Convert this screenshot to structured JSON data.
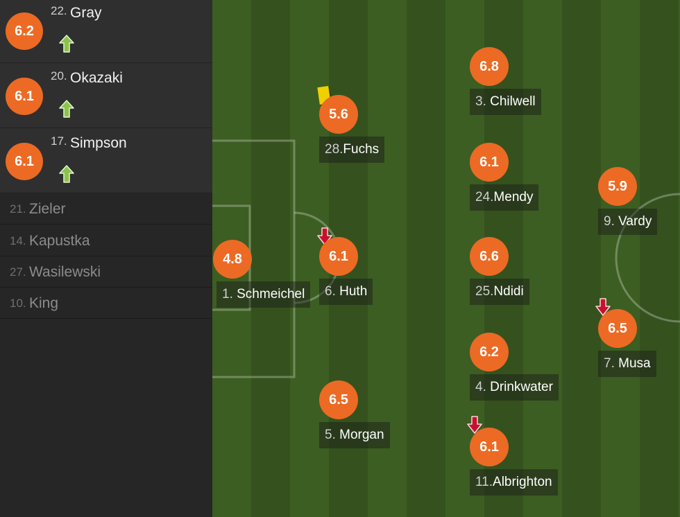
{
  "substitutes_in": [
    {
      "number": "22.",
      "name": "Gray",
      "rating": "6.2"
    },
    {
      "number": "20.",
      "name": "Okazaki",
      "rating": "6.1"
    },
    {
      "number": "17.",
      "name": "Simpson",
      "rating": "6.1"
    }
  ],
  "bench": [
    {
      "number": "21.",
      "name": "Zieler"
    },
    {
      "number": "14.",
      "name": "Kapustka"
    },
    {
      "number": "27.",
      "name": "Wasilewski"
    },
    {
      "number": "10.",
      "name": "King"
    }
  ],
  "lineup": [
    {
      "number": "1. ",
      "name": "Schmeichel",
      "rating": "4.8"
    },
    {
      "number": "28.",
      "name": "Fuchs",
      "rating": "5.6"
    },
    {
      "number": "6. ",
      "name": "Huth",
      "rating": "6.1"
    },
    {
      "number": "5. ",
      "name": "Morgan",
      "rating": "6.5"
    },
    {
      "number": "3. ",
      "name": "Chilwell",
      "rating": "6.8"
    },
    {
      "number": "24.",
      "name": "Mendy",
      "rating": "6.1"
    },
    {
      "number": "25.",
      "name": "Ndidi",
      "rating": "6.6"
    },
    {
      "number": "4. ",
      "name": "Drinkwater",
      "rating": "6.2"
    },
    {
      "number": "11.",
      "name": "Albrighton",
      "rating": "6.1"
    },
    {
      "number": "9. ",
      "name": "Vardy",
      "rating": "5.9"
    },
    {
      "number": "7. ",
      "name": "Musa",
      "rating": "6.5"
    }
  ],
  "icons": {
    "sub_in": "up-arrow-icon",
    "sub_out": "down-arrow-icon",
    "card": "yellow-card-icon"
  },
  "colors": {
    "rating_badge": "#ec6a24",
    "sub_in_arrow": "#8bc34a",
    "sub_out_arrow": "#c8102e",
    "yellow_card": "#f0d000"
  }
}
